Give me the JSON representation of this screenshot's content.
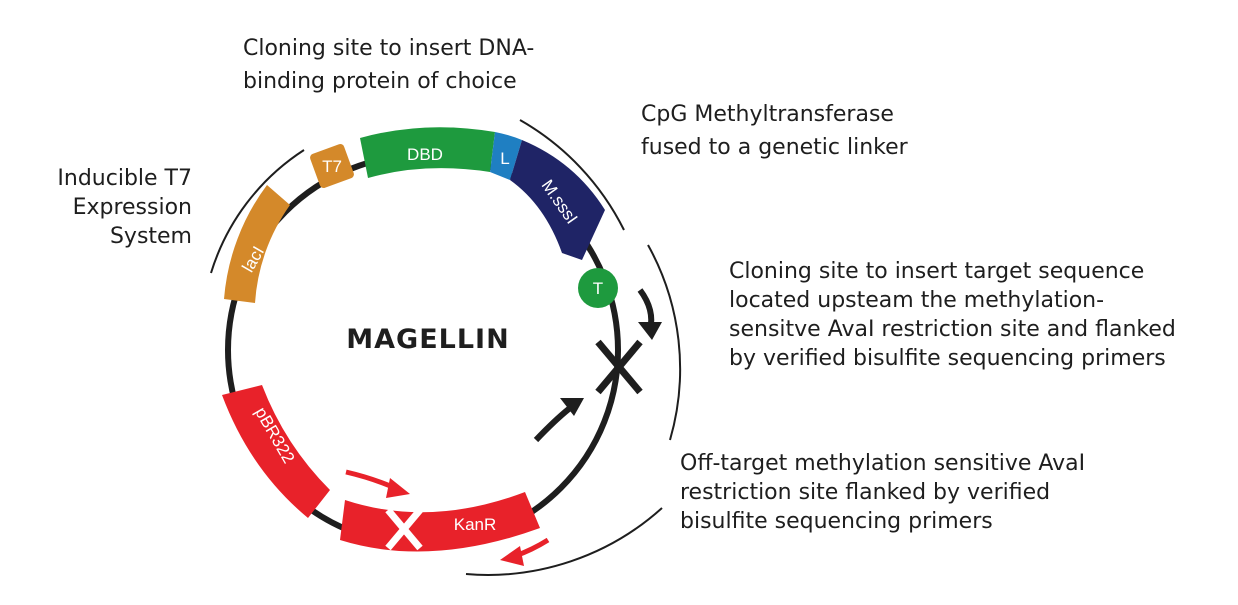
{
  "plasmid_name": "MAGELLIN",
  "segments": {
    "lacI": "lacI",
    "t7": "T7",
    "dbd": "DBD",
    "linker": "L",
    "mssi": "M.sssI",
    "terminator": "T",
    "pbr322": "pBR322",
    "kanr": "KanR"
  },
  "annotations": {
    "cloning_dbd": [
      "Cloning site to insert DNA-",
      "binding protein of choice"
    ],
    "cpg": [
      "CpG Methyltransferase",
      "fused to a genetic linker"
    ],
    "t7_system": [
      "Inducible T7",
      "Expression",
      "System"
    ],
    "target_site": [
      "Cloning site to insert target sequence",
      "located upsteam the methylation-",
      "sensitve AvaI restriction site and flanked",
      "by verified bisulfite sequencing primers"
    ],
    "off_target": [
      "Off-target methylation sensitive AvaI",
      "restriction site flanked by verified",
      "bisulfite sequencing primers"
    ]
  },
  "colors": {
    "backbone": "#1e1e1e",
    "orange": "#d4892a",
    "green": "#1e9a3e",
    "blue": "#1f7fc2",
    "navy": "#1f2466",
    "red": "#e8222a"
  }
}
